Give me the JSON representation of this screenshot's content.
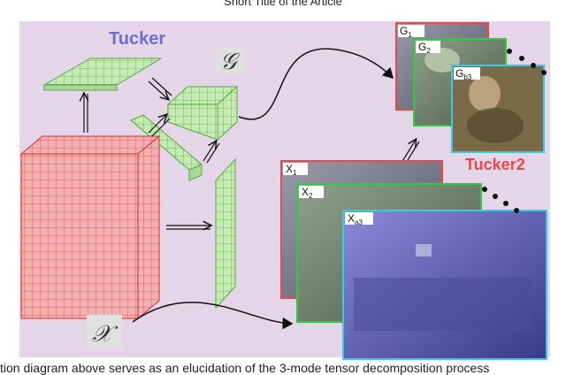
{
  "header": {
    "text": "Short Title of the Article"
  },
  "caption": {
    "text": "tion diagram above serves as an elucidation of the 3-mode tensor decomposition process"
  },
  "diagram": {
    "tucker_label": "Tucker",
    "tucker2_label": "Tucker2",
    "core_symbol": "𝒢",
    "tensor_symbol": "𝒳",
    "core_frames": [
      {
        "label_base": "G",
        "label_sub": "1",
        "color": "#e8484a"
      },
      {
        "label_base": "G",
        "label_sub": "2",
        "color": "#2ecc40"
      },
      {
        "label_base": "G",
        "label_sub": "b3",
        "color": "#3cc8e8"
      }
    ],
    "input_frames": [
      {
        "label_base": "X",
        "label_sub": "1",
        "color": "#e8484a"
      },
      {
        "label_base": "X",
        "label_sub": "2",
        "color": "#2ecc40"
      },
      {
        "label_base": "X",
        "label_sub": "a3",
        "color": "#3cc8e8"
      }
    ],
    "colors": {
      "background": "#e5d5e8",
      "tensor_red": "#f2a6a6",
      "factor_green": "#c6eab3",
      "accent_blue": "#6b6fd0",
      "accent_red": "#e8484a"
    }
  }
}
